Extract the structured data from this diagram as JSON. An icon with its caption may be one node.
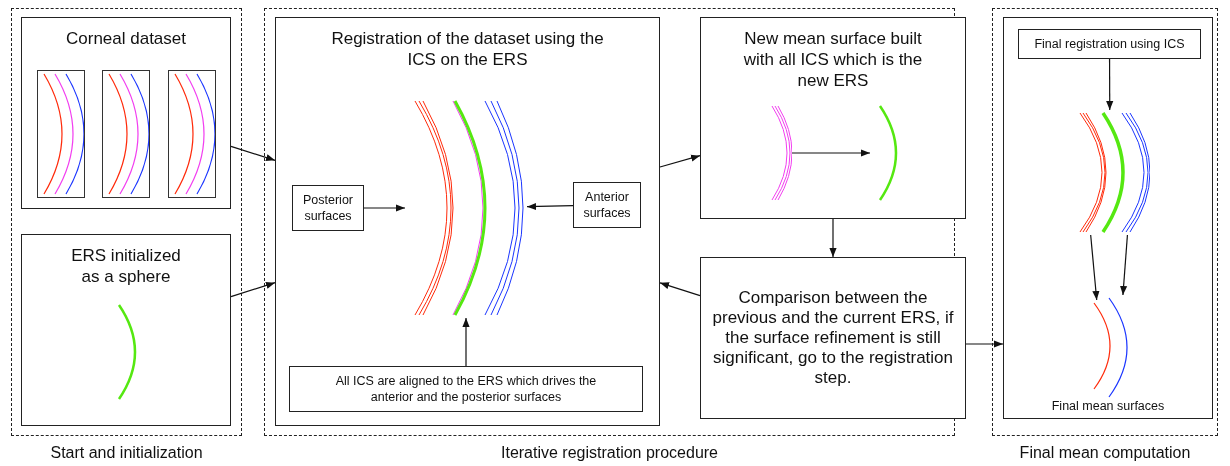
{
  "diagram": {
    "nodes": [
      {
        "text": [
          "Start and initialization"
        ]
      },
      {
        "text": [
          "Corneal dataset"
        ],
        "in": 0
      },
      {
        "text": [],
        "shape": "box",
        "in": 1
      },
      {
        "text": [],
        "shape": "box",
        "in": 1
      },
      {
        "text": [],
        "shape": "box",
        "in": 1
      },
      {
        "text": [
          "ERS initialized as a sphere"
        ],
        "in": 0
      },
      {
        "text": [
          "Iterative registration procedure"
        ]
      },
      {
        "text": [
          "Registration of the dataset using the ICS on the ERS"
        ],
        "in": 6
      },
      {
        "text": [
          "Posterior surfaces"
        ],
        "in": 7
      },
      {
        "text": [],
        "shape": "picture",
        "in": 7
      },
      {
        "text": [
          "Anterior surfaces"
        ],
        "in": 7
      },
      {
        "text": [
          "All ICS are aligned to the ERS which drives the anterior and the posterior surfaces"
        ],
        "in": 7
      },
      {
        "text": [
          "New mean surface built with all ICS which is the new ERS"
        ],
        "in": 6
      },
      {
        "text": [],
        "shape": "picture",
        "in": 12
      },
      {
        "text": [],
        "shape": "picture",
        "in": 12
      },
      {
        "text": [
          "Comparison between the previous and the current ERS, if the surface refinement is still significant, go to the registration step."
        ],
        "in": 6
      },
      {
        "text": [
          "Final mean computation"
        ]
      },
      {
        "text": [
          "Final mean surfaces"
        ],
        "in": 16
      },
      {
        "text": [
          "Final registration using ICS"
        ],
        "in": 17
      },
      {
        "text": [],
        "shape": "picture",
        "in": 17
      },
      {
        "text": [],
        "shape": "picture",
        "in": 17
      },
      {
        "text": [],
        "shape": "picture",
        "in": 17
      }
    ],
    "edges": [
      {
        "from": 1,
        "to": 7,
        "arrow": "to"
      },
      {
        "from": 5,
        "to": 7,
        "arrow": "to"
      },
      {
        "from": 8,
        "to": 9,
        "arrow": "to"
      },
      {
        "from": 10,
        "to": 9,
        "arrow": "to"
      },
      {
        "from": 11,
        "to": 9,
        "arrow": "to"
      },
      {
        "from": 7,
        "to": 12,
        "arrow": "to"
      },
      {
        "from": 13,
        "to": 14,
        "arrow": "to"
      },
      {
        "from": 12,
        "to": 15,
        "arrow": "to"
      },
      {
        "from": 15,
        "to": 7,
        "arrow": "to"
      },
      {
        "from": 15,
        "to": 17,
        "arrow": "to"
      },
      {
        "from": 18,
        "to": 19,
        "arrow": "to"
      },
      {
        "from": 19,
        "to": 20,
        "arrow": "to"
      },
      {
        "from": 19,
        "to": 21,
        "arrow": "to"
      }
    ]
  }
}
